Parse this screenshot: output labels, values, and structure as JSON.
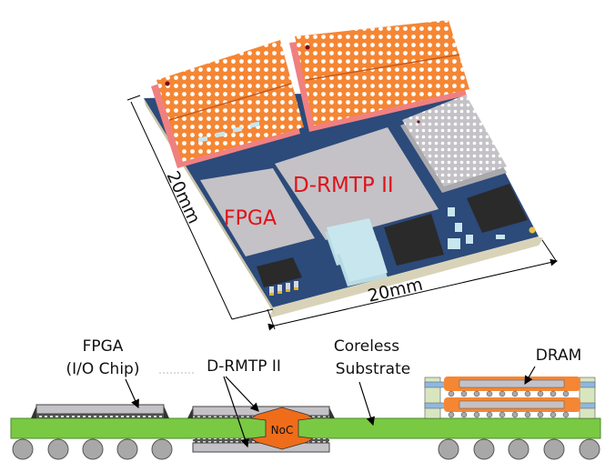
{
  "top_view": {
    "chip_labels": {
      "fpga": "FPGA",
      "drmtp": "D-RMTP II"
    },
    "dimension_side": "20mm",
    "dimension_bottom": "20mm"
  },
  "cross_section": {
    "labels": {
      "fpga_line1": "FPGA",
      "fpga_line2": "(I/O Chip)",
      "drmtp": "D-RMTP II",
      "coreless_line1": "Coreless",
      "coreless_line2": "Substrate",
      "dram": "DRAM",
      "noc": "NoC"
    }
  },
  "colors": {
    "board": "#2c4a7a",
    "substrate_edge": "#d8d3b8",
    "dram_orange": "#f58634",
    "dram_pink": "#f08080",
    "die_gray": "#c4c2c6",
    "ic_black": "#2a2a2a",
    "passive_cyan": "#c8e6ee",
    "label_red": "#e0121a",
    "substrate_green": "#7ac943",
    "noc_orange": "#ef6c1a",
    "ball_gray": "#a8a8a8"
  }
}
